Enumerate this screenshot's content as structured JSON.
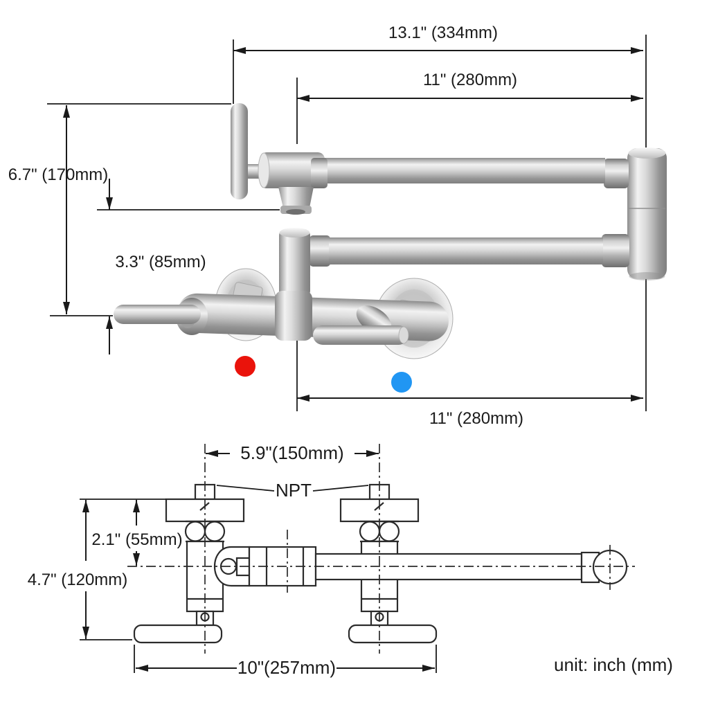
{
  "photo": {
    "dims": {
      "total_width": "13.1\" (334mm)",
      "top_reach": "11\" (280mm)",
      "total_height": "6.7\" (170mm)",
      "lower_height": "3.3\" (85mm)",
      "bottom_reach": "11\" (280mm)"
    },
    "indicators": {
      "hot": "#ea130b",
      "cold": "#2196f3"
    }
  },
  "drawing": {
    "dims": {
      "inlet_spacing": "5.9\"(150mm)",
      "flange_depth": "2.1\" (55mm)",
      "total_depth": "4.7\" (120mm)",
      "handle_span": "10\"(257mm)"
    },
    "labels": {
      "thread_type": "NPT",
      "unit_note": "unit: inch (mm)"
    }
  }
}
